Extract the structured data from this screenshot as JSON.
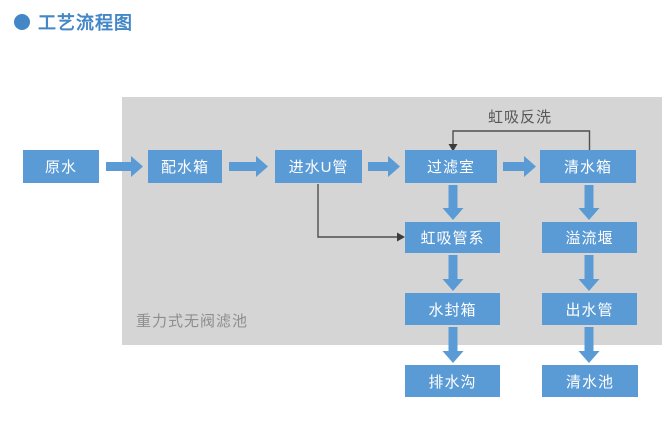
{
  "page_title": "工艺流程图",
  "colors": {
    "title_blue": "#4387c7",
    "box_blue": "#5b9bd5",
    "panel_gray": "#d5d5d5",
    "connector_gray": "#4f4f4f",
    "box_text": "#ffffff",
    "panel_label_gray": "#8e8e8e"
  },
  "diagram": {
    "panel_label": "重力式无阀滤池",
    "feedback_label": "虹吸反洗",
    "nodes": [
      {
        "id": "raw-water",
        "label": "原水"
      },
      {
        "id": "distribution-tank",
        "label": "配水箱"
      },
      {
        "id": "inlet-u-pipe",
        "label": "进水U管"
      },
      {
        "id": "filter-chamber",
        "label": "过滤室"
      },
      {
        "id": "clean-water-tank",
        "label": "清水箱"
      },
      {
        "id": "siphon-pipe-system",
        "label": "虹吸管系"
      },
      {
        "id": "overflow-weir",
        "label": "溢流堰"
      },
      {
        "id": "water-seal-tank",
        "label": "水封箱"
      },
      {
        "id": "outlet-pipe",
        "label": "出水管"
      },
      {
        "id": "drain-ditch",
        "label": "排水沟"
      },
      {
        "id": "clean-water-pool",
        "label": "清水池"
      }
    ],
    "edges": [
      {
        "from": "原水",
        "to": "配水箱",
        "style": "blue-arrow"
      },
      {
        "from": "配水箱",
        "to": "进水U管",
        "style": "blue-arrow"
      },
      {
        "from": "进水U管",
        "to": "过滤室",
        "style": "blue-arrow"
      },
      {
        "from": "过滤室",
        "to": "清水箱",
        "style": "blue-arrow"
      },
      {
        "from": "过滤室",
        "to": "虹吸管系",
        "style": "blue-arrow"
      },
      {
        "from": "清水箱",
        "to": "溢流堰",
        "style": "blue-arrow"
      },
      {
        "from": "虹吸管系",
        "to": "水封箱",
        "style": "blue-arrow"
      },
      {
        "from": "溢流堰",
        "to": "出水管",
        "style": "blue-arrow"
      },
      {
        "from": "水封箱",
        "to": "排水沟",
        "style": "blue-arrow"
      },
      {
        "from": "出水管",
        "to": "清水池",
        "style": "blue-arrow"
      },
      {
        "from": "进水U管",
        "to": "虹吸管系",
        "style": "gray-line"
      },
      {
        "from": "清水箱",
        "to": "过滤室",
        "style": "gray-line",
        "label": "虹吸反洗"
      }
    ]
  }
}
